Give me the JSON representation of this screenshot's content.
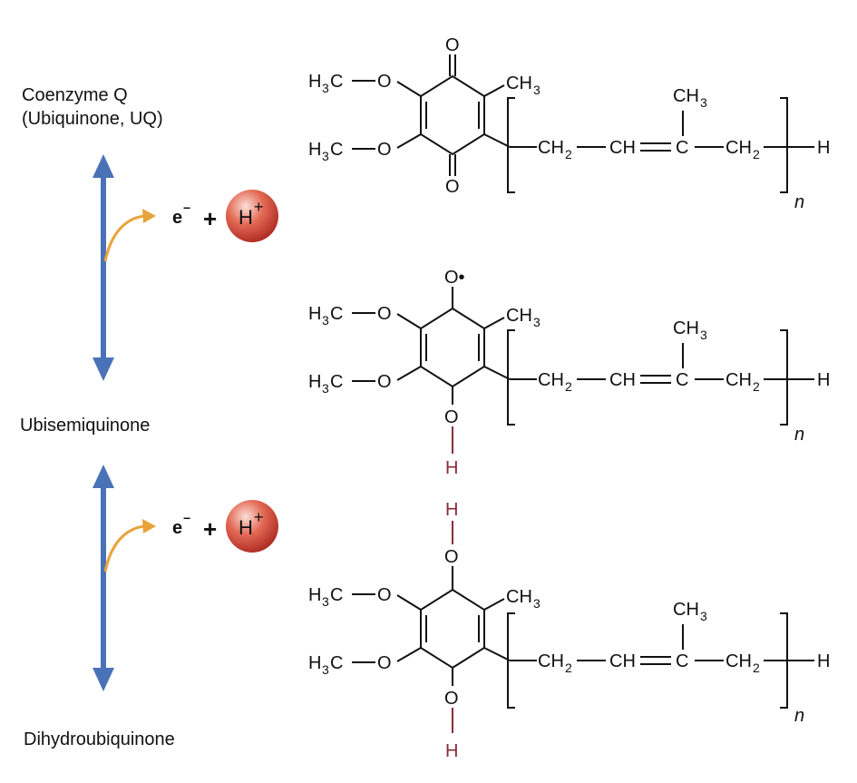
{
  "species": [
    {
      "name_line1": "Coenzyme Q",
      "name_line2": "(Ubiquinone, UQ)"
    },
    {
      "name_line1": "Ubisemiquinone"
    },
    {
      "name_line1": "Dihydroubiquinone"
    }
  ],
  "transfers": [
    {
      "electron": "e",
      "electron_charge": "−",
      "plus": "+",
      "proton": "H",
      "proton_charge": "+"
    },
    {
      "electron": "e",
      "electron_charge": "−",
      "plus": "+",
      "proton": "H",
      "proton_charge": "+"
    }
  ],
  "atoms": {
    "methyl_group": "H",
    "methyl_c": "C",
    "sub3": "3",
    "sub2": "2",
    "oxygen": "O",
    "radical_oxygen": "O•",
    "hydrogen": "H",
    "ch3": "CH",
    "ch2": "CH",
    "ch_eq": "CH",
    "c": "C",
    "repeat_n": "n"
  },
  "colors": {
    "arrow_blue": "#4a72b8",
    "arrow_orange": "#e8a33a",
    "proton_red": "#c9403a",
    "hydroxyl_red": "#8b2b3b"
  }
}
